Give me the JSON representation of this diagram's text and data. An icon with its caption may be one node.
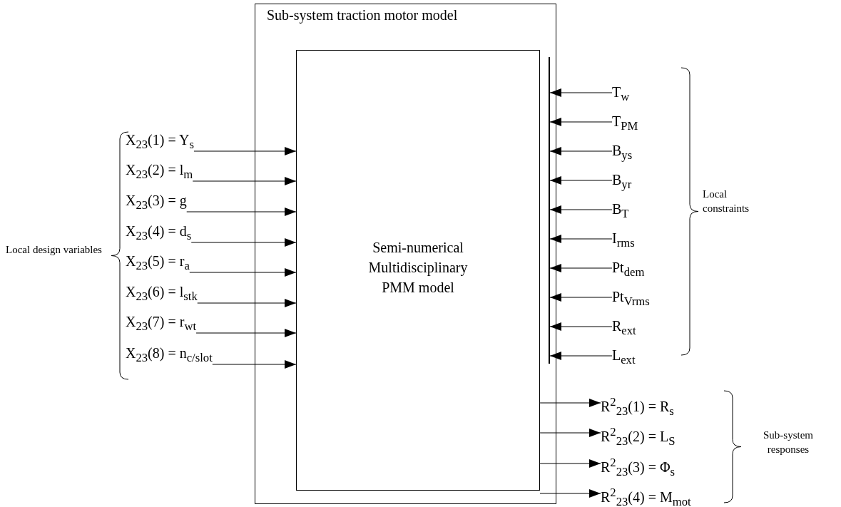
{
  "diagram": {
    "nodes": [
      {
        "text": [
          "Sub-system traction motor model"
        ]
      },
      {
        "text": [
          "Semi-numerical Multidisciplinary PMM model"
        ],
        "in": 0
      },
      {
        "text": [
          "X$_{23}$(1) = Y$_{s}$"
        ]
      },
      {
        "text": [
          "X$_{23}$(2) = l$_{m}$"
        ]
      },
      {
        "text": [
          "X$_{23}$(3) = g"
        ]
      },
      {
        "text": [
          "X$_{23}$(4) = d$_{s}$"
        ]
      },
      {
        "text": [
          "X$_{23}$(5) = r$_{a}$"
        ]
      },
      {
        "text": [
          "X$_{23}$(6) = l$_{stk}$"
        ]
      },
      {
        "text": [
          "X$_{23}$(7) = r$_{wt}$"
        ]
      },
      {
        "text": [
          "X$_{23}$(8) = n$_{c/slot}$"
        ]
      },
      {
        "text": [],
        "shape": "bar",
        "in": 0
      },
      {
        "text": [
          "T$_{w}$"
        ]
      },
      {
        "text": [
          "T$_{PM}$"
        ]
      },
      {
        "text": [
          "B$_{ys}$"
        ]
      },
      {
        "text": [
          "B$_{yr}$"
        ]
      },
      {
        "text": [
          "B$_{T}$"
        ]
      },
      {
        "text": [
          "I$_{rms}$"
        ]
      },
      {
        "text": [
          "Pt$_{dem}$"
        ]
      },
      {
        "text": [
          "Pt$_{Vrms}$"
        ]
      },
      {
        "text": [
          "R$_{ext}$"
        ]
      },
      {
        "text": [
          "L$_{ext}$"
        ]
      },
      {
        "text": [
          "R$^{2}$$_{23}$(1) = R$_{s}$"
        ]
      },
      {
        "text": [
          "R$^{2}$$_{23}$(2) = L$_{S}$"
        ]
      },
      {
        "text": [
          "R$^{2}$$_{23}$(3) = Φ$_{s}$"
        ]
      },
      {
        "text": [
          "R$^{2}$$_{23}$(4) = M$_{mot}$"
        ]
      }
    ],
    "edges": [
      {
        "from": 2,
        "to": 1,
        "arrow": "to"
      },
      {
        "from": 3,
        "to": 1,
        "arrow": "to"
      },
      {
        "from": 4,
        "to": 1,
        "arrow": "to"
      },
      {
        "from": 5,
        "to": 1,
        "arrow": "to"
      },
      {
        "from": 6,
        "to": 1,
        "arrow": "to"
      },
      {
        "from": 7,
        "to": 1,
        "arrow": "to"
      },
      {
        "from": 8,
        "to": 1,
        "arrow": "to"
      },
      {
        "from": 9,
        "to": 1,
        "arrow": "to"
      },
      {
        "from": 11,
        "to": 10,
        "arrow": "to"
      },
      {
        "from": 12,
        "to": 10,
        "arrow": "to"
      },
      {
        "from": 13,
        "to": 10,
        "arrow": "to"
      },
      {
        "from": 14,
        "to": 10,
        "arrow": "to"
      },
      {
        "from": 15,
        "to": 10,
        "arrow": "to"
      },
      {
        "from": 16,
        "to": 10,
        "arrow": "to"
      },
      {
        "from": 17,
        "to": 10,
        "arrow": "to"
      },
      {
        "from": 18,
        "to": 10,
        "arrow": "to"
      },
      {
        "from": 19,
        "to": 10,
        "arrow": "to"
      },
      {
        "from": 20,
        "to": 10,
        "arrow": "to"
      },
      {
        "from": 1,
        "to": 21,
        "arrow": "to"
      },
      {
        "from": 1,
        "to": 22,
        "arrow": "to"
      },
      {
        "from": 1,
        "to": 23,
        "arrow": "to"
      },
      {
        "from": 1,
        "to": 24,
        "arrow": "to"
      }
    ],
    "labels": [
      "Local design variables",
      "Local constraints",
      "Sub-system responses"
    ]
  }
}
